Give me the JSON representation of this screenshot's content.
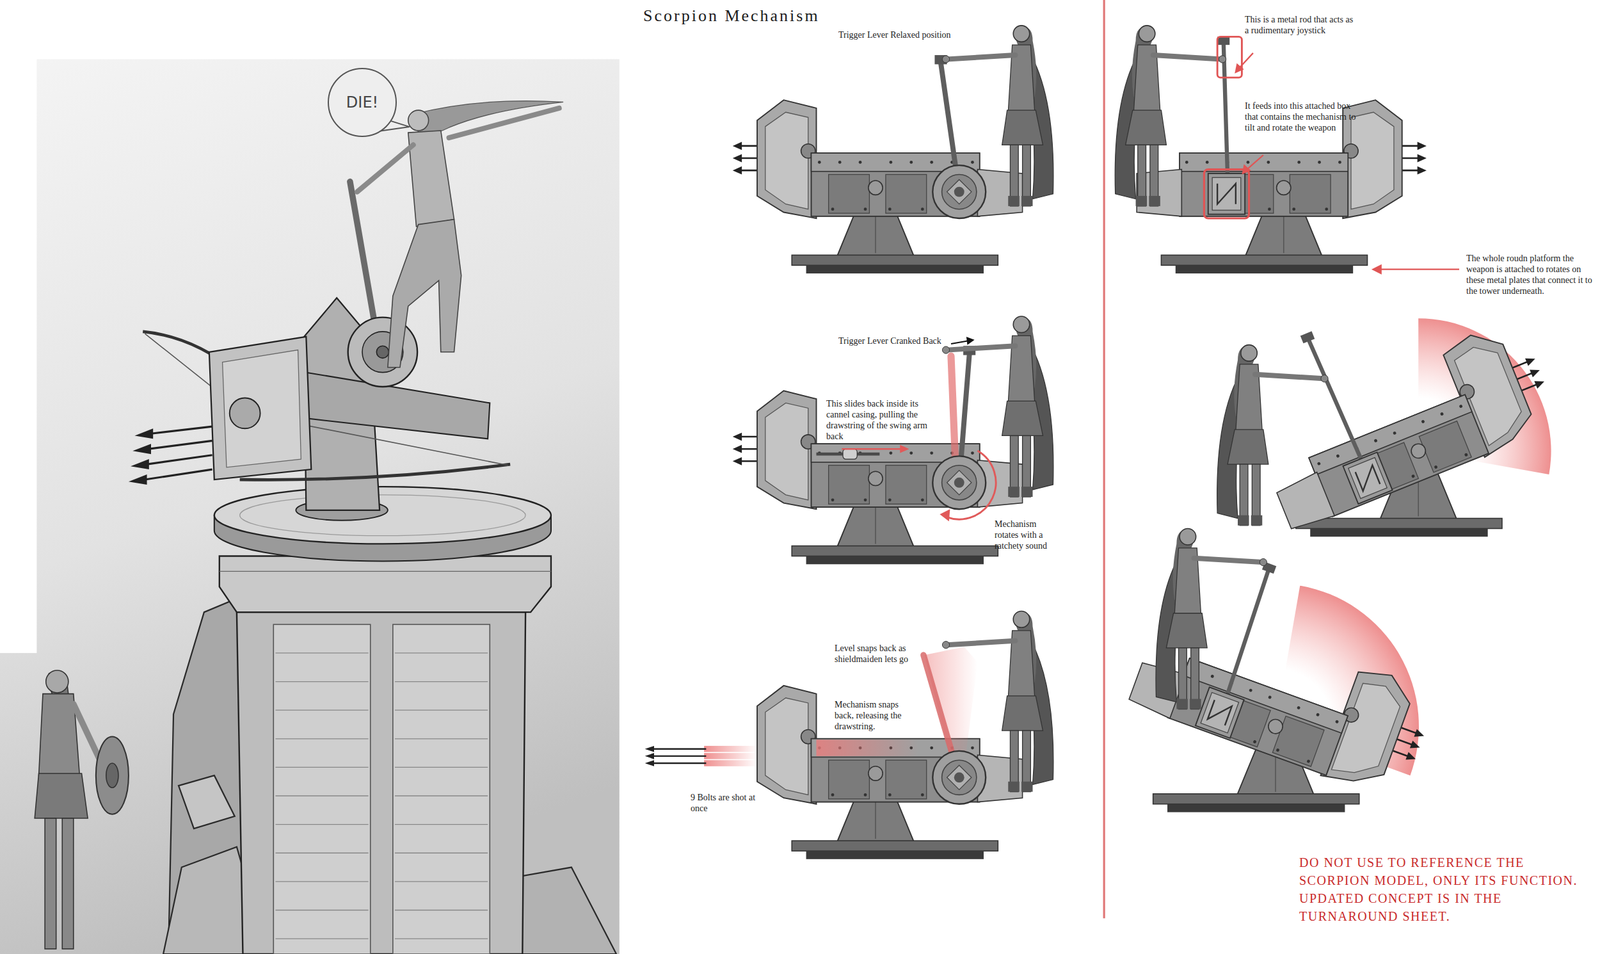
{
  "diagram": {
    "title": "Scorpion Mechanism",
    "nodes": [
      {
        "text": [
          "DIE!"
        ]
      }
    ],
    "labels": [
      "Trigger Lever Relaxed position",
      "Trigger Lever Cranked Back",
      "This slides back inside its cannel casing, pulling the drawstring of the swing arm back",
      "Mechanism rotates with a ratchety sound",
      "Level snaps back as shieldmaiden lets go",
      "Mechanism snaps back, releasing the drawstring.",
      "9 Bolts are shot at once",
      "This is a metal rod that acts as a rudimentary joystick",
      "It feeds into this attached box that contains the mechanism to tilt and rotate the weapon",
      "The whole roudn platform the weapon is attached to rotates on these metal plates that connect it to the tower underneath.",
      "DO NOT USE TO REFERENCE THE SCORPION MODEL, ONLY ITS FUNCTION. UPDATED CONCEPT IS IN THE TURNAROUND SHEET."
    ]
  }
}
